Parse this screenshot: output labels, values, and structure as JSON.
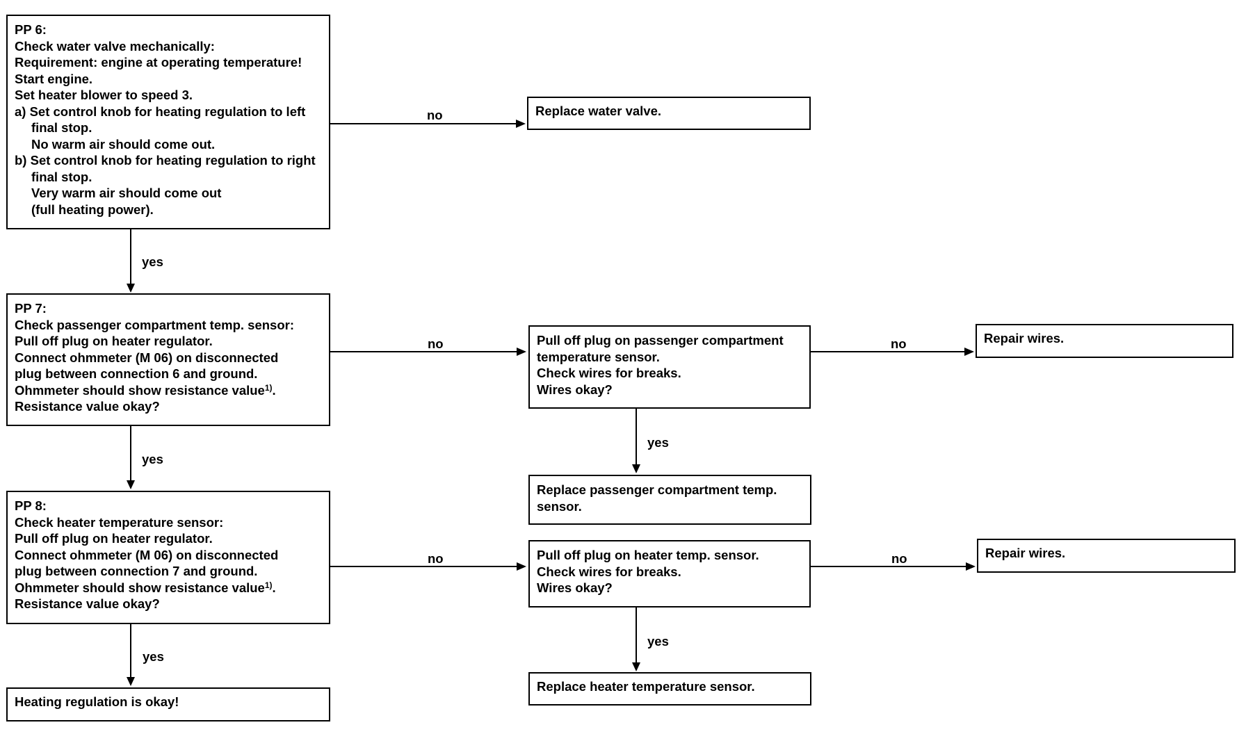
{
  "nodes": {
    "pp6": {
      "title": "PP 6:",
      "lines": [
        "Check water valve mechanically:",
        "Requirement: engine at operating temperature!",
        "Start engine.",
        "Set heater blower to speed 3."
      ],
      "step_a": "a) Set control knob for heating regulation to left final stop.",
      "step_a_note": "No warm air should come out.",
      "step_b": "b) Set control knob for heating regulation to right final stop.",
      "step_b_note_1": "Very warm air should come out",
      "step_b_note_2": "(full heating power)."
    },
    "replace_water_valve": {
      "text": "Replace water valve."
    },
    "pp7": {
      "title": "PP 7:",
      "lines": [
        "Check passenger compartment temp. sensor:",
        "Pull off plug on heater regulator.",
        "Connect ohmmeter (M 06) on disconnected",
        "plug between connection 6 and ground."
      ],
      "resistance_line": "Ohmmeter should show resistance value",
      "footnote_marker": "1)",
      "resistance_line_end": ".",
      "question": "Resistance value okay?"
    },
    "check_pass_sensor_wires": {
      "lines": [
        "Pull off plug on passenger compartment",
        "temperature sensor.",
        "Check wires for breaks.",
        "Wires okay?"
      ]
    },
    "repair_wires_1": {
      "text": "Repair wires."
    },
    "replace_pass_sensor": {
      "lines": [
        "Replace passenger compartment temp.",
        "sensor."
      ]
    },
    "pp8": {
      "title": "PP 8:",
      "lines": [
        "Check heater temperature sensor:",
        "Pull off plug on heater regulator.",
        "Connect ohmmeter (M 06) on disconnected",
        "plug between connection 7 and ground."
      ],
      "resistance_line": "Ohmmeter should show resistance value",
      "footnote_marker": "1)",
      "resistance_line_end": ".",
      "question": "Resistance value okay?"
    },
    "check_heater_sensor_wires": {
      "lines": [
        "Pull off plug on heater temp. sensor.",
        "Check wires for breaks.",
        "Wires okay?"
      ]
    },
    "repair_wires_2": {
      "text": "Repair wires."
    },
    "replace_heater_sensor": {
      "text": "Replace heater temperature sensor."
    },
    "heating_ok": {
      "text": "Heating regulation is okay!"
    }
  },
  "edge_labels": {
    "pp6_no": "no",
    "pp6_yes": "yes",
    "pp7_no": "no",
    "pp7_yes": "yes",
    "pass_wires_no": "no",
    "pass_wires_yes": "yes",
    "pp8_no": "no",
    "pp8_yes": "yes",
    "heater_wires_no": "no",
    "heater_wires_yes": "yes"
  }
}
